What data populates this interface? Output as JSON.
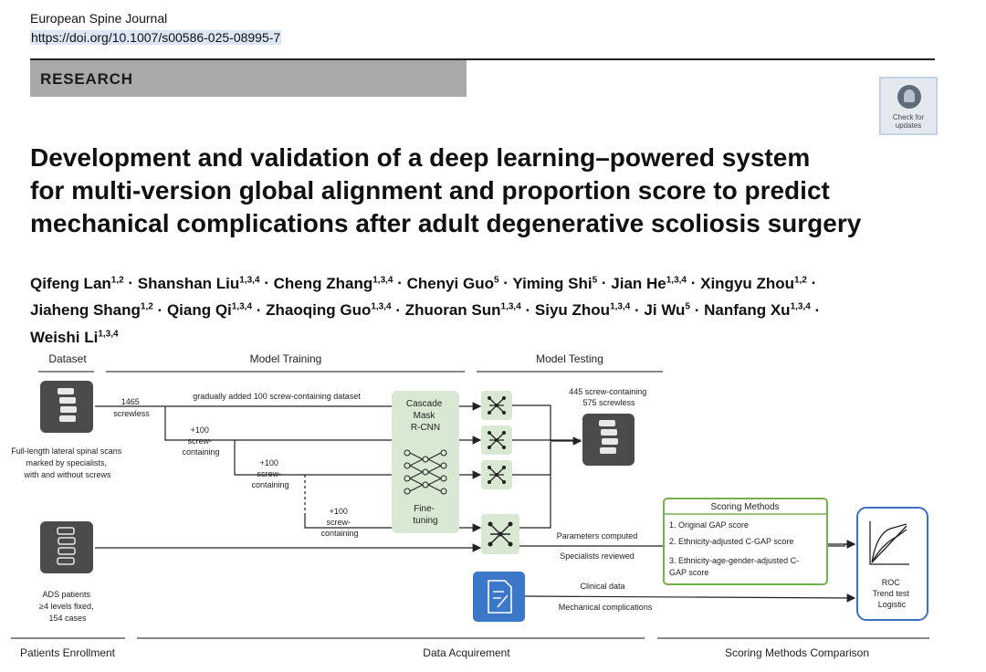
{
  "header": {
    "journal": "European Spine Journal",
    "doi": "https://doi.org/10.1007/s00586-025-08995-7",
    "section": "RESEARCH",
    "check_updates": [
      "Check for",
      "updates"
    ]
  },
  "title_lines": [
    "Development and validation of a deep learning–powered system",
    "for multi-version global alignment and proportion score to predict",
    "mechanical complications after adult degenerative scoliosis surgery"
  ],
  "authors": [
    {
      "name": "Qifeng Lan",
      "aff": "1,2"
    },
    {
      "name": "Shanshan Liu",
      "aff": "1,3,4"
    },
    {
      "name": "Cheng Zhang",
      "aff": "1,3,4"
    },
    {
      "name": "Chenyi Guo",
      "aff": "5"
    },
    {
      "name": "Yiming Shi",
      "aff": "5"
    },
    {
      "name": "Jian He",
      "aff": "1,3,4"
    },
    {
      "name": "Xingyu Zhou",
      "aff": "1,2"
    },
    {
      "name": "Jiaheng Shang",
      "aff": "1,2"
    },
    {
      "name": "Qiang Qi",
      "aff": "1,3,4"
    },
    {
      "name": "Zhaoqing Guo",
      "aff": "1,3,4"
    },
    {
      "name": "Zhuoran Sun",
      "aff": "1,3,4"
    },
    {
      "name": "Siyu Zhou",
      "aff": "1,3,4"
    },
    {
      "name": "Ji Wu",
      "aff": "5"
    },
    {
      "name": "Nanfang Xu",
      "aff": "1,3,4"
    },
    {
      "name": "Weishi Li",
      "aff": "1,3,4"
    }
  ],
  "figure": {
    "sections_top": {
      "dataset": "Dataset",
      "training": "Model Training",
      "testing": "Model Testing"
    },
    "sections_bottom": {
      "enrollment": "Patients Enrollment",
      "acquirement": "Data Acquirement",
      "comparison": "Scoring Methods Comparison"
    },
    "dataset_caption": [
      "Full-length lateral spinal scans",
      "marked by specialists,",
      "with and without screws"
    ],
    "patients_caption": [
      "ADS patients",
      "≥4 levels fixed,",
      "154 cases"
    ],
    "screwless_count": [
      "1465",
      "screwless"
    ],
    "gradual_label": "gradually added 100 screw-containing dataset",
    "add_step": [
      "+100",
      "screw-",
      "containing"
    ],
    "model_box": {
      "top": [
        "Cascade",
        "Mask",
        "R-CNN"
      ],
      "bottom": [
        "Fine-",
        "tuning"
      ]
    },
    "test_set": [
      "445 screw-containing",
      "575 screwless"
    ],
    "params_computed": "Parameters computed",
    "specialists_reviewed": "Specialists reviewed",
    "clinical_data": "Clinical data",
    "mechanical": "Mechanical complications",
    "scoring": {
      "title": "Scoring Methods",
      "items": [
        "1. Original GAP score",
        "2. Ethnicity-adjusted C-GAP score",
        "3. Ethnicity-age-gender-adjusted C-",
        "GAP score"
      ]
    },
    "roc": [
      "ROC",
      "Trend test",
      "Logistic"
    ],
    "colors": {
      "green_fill": "#d8e8d2",
      "green_border": "#74b04d",
      "blue_border": "#3d6fc0",
      "blue_fill": "#3b78c9",
      "dark_icon": "#4b4b4b"
    }
  }
}
